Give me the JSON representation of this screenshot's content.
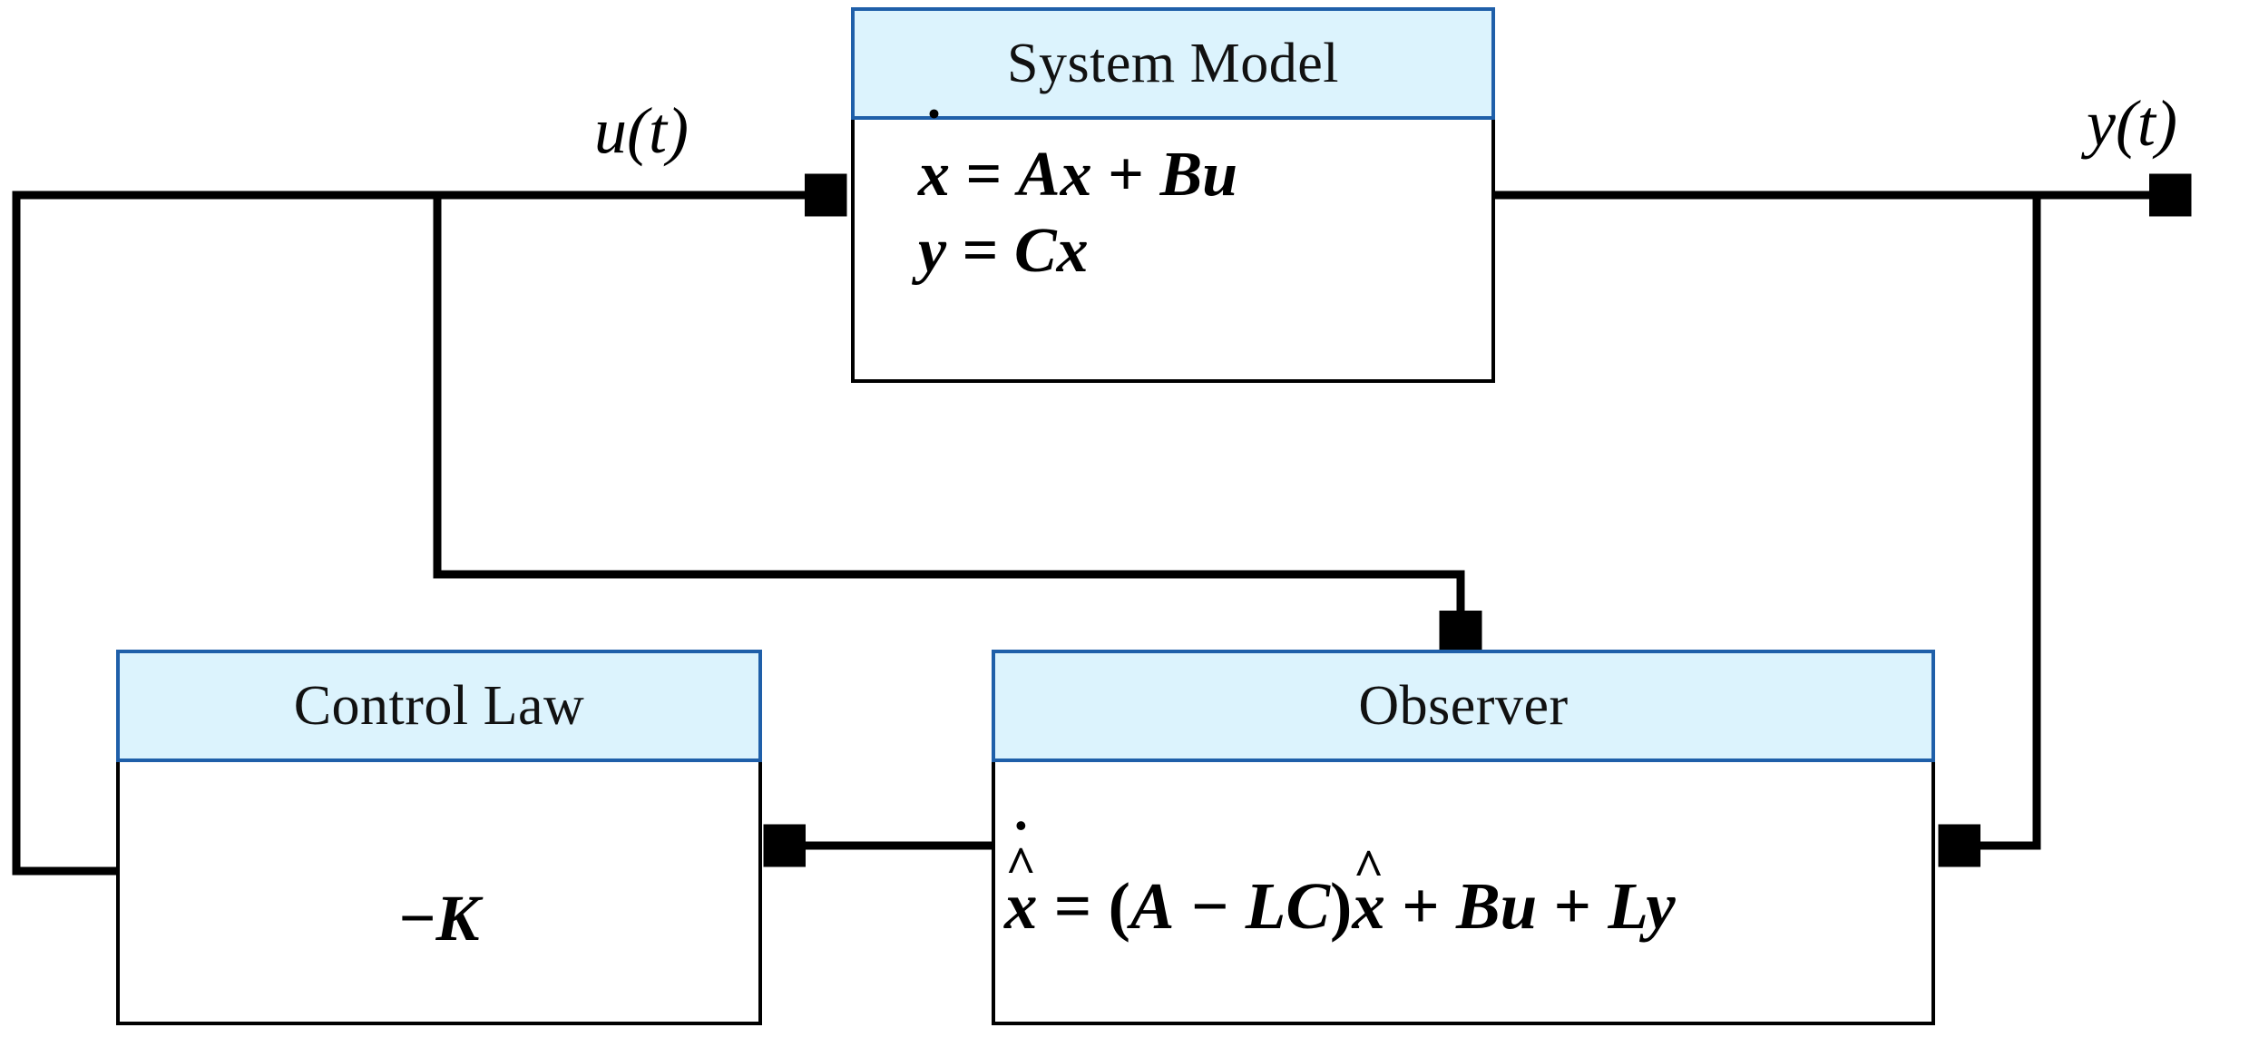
{
  "diagram": {
    "title": "Observer-based state feedback control loop",
    "colors": {
      "header_fill": "#dcf3fd",
      "header_border": "#1f5fa9",
      "block_border": "#000000",
      "wire": "#000000",
      "background": "#ffffff"
    }
  },
  "blocks": {
    "system_model": {
      "header": "System Model",
      "equations": [
        {
          "id": "state-equation",
          "text": "ẋ = Ax + Bu",
          "parts": {
            "lhs": "x",
            "lhs_accent": "dot",
            "rel": "=",
            "rhs": "Ax + Bu"
          }
        },
        {
          "id": "output-equation",
          "text": "y = Cx",
          "parts": {
            "lhs": "y",
            "lhs_accent": "none",
            "rel": "=",
            "rhs": "Cx"
          }
        }
      ]
    },
    "control_law": {
      "header": "Control Law",
      "equations": [
        {
          "id": "gain-equation",
          "text": "−K"
        }
      ]
    },
    "observer": {
      "header": "Observer",
      "equations": [
        {
          "id": "observer-equation",
          "text": "x̂̇ = (A − LC)x̂ + Bu + Ly",
          "parts": {
            "lhs": "x",
            "lhs_accent": "dot-hat",
            "rel": "=",
            "rhs": "(A − LC)x̂ + Bu + Ly"
          }
        }
      ]
    }
  },
  "signals": {
    "input": {
      "label": "u(t)",
      "name": "control-input"
    },
    "output": {
      "label": "y(t)",
      "name": "measured-output"
    }
  },
  "symbols": {
    "equals": "=",
    "plus": "+",
    "minus": "−",
    "open_paren": "(",
    "close_paren": ")",
    "dot_accent": "˙",
    "hat_accent": "^",
    "x": "x",
    "y": "y",
    "u": "u",
    "A": "A",
    "B": "B",
    "C": "C",
    "K": "K",
    "L": "L",
    "LC": "LC",
    "Ax": "Ax",
    "Bu": "Bu",
    "Cx": "Cx",
    "Ly": "Ly"
  },
  "wires": [
    {
      "name": "input-to-system-model",
      "from": "left-feedback-bus",
      "to": "system_model.left",
      "arrow": true
    },
    {
      "name": "input-branch-to-observer",
      "from": "input-line",
      "to": "observer.top",
      "arrow": true
    },
    {
      "name": "system-model-output",
      "from": "system_model.right",
      "to": "output-terminal",
      "arrow": true
    },
    {
      "name": "output-feedback-to-observer",
      "from": "output-line",
      "to": "observer.right",
      "arrow": true
    },
    {
      "name": "observer-to-control-law",
      "from": "observer.left",
      "to": "control_law.right",
      "arrow": true
    },
    {
      "name": "control-law-to-input",
      "from": "control_law.left",
      "to": "input-line",
      "arrow": false
    }
  ]
}
